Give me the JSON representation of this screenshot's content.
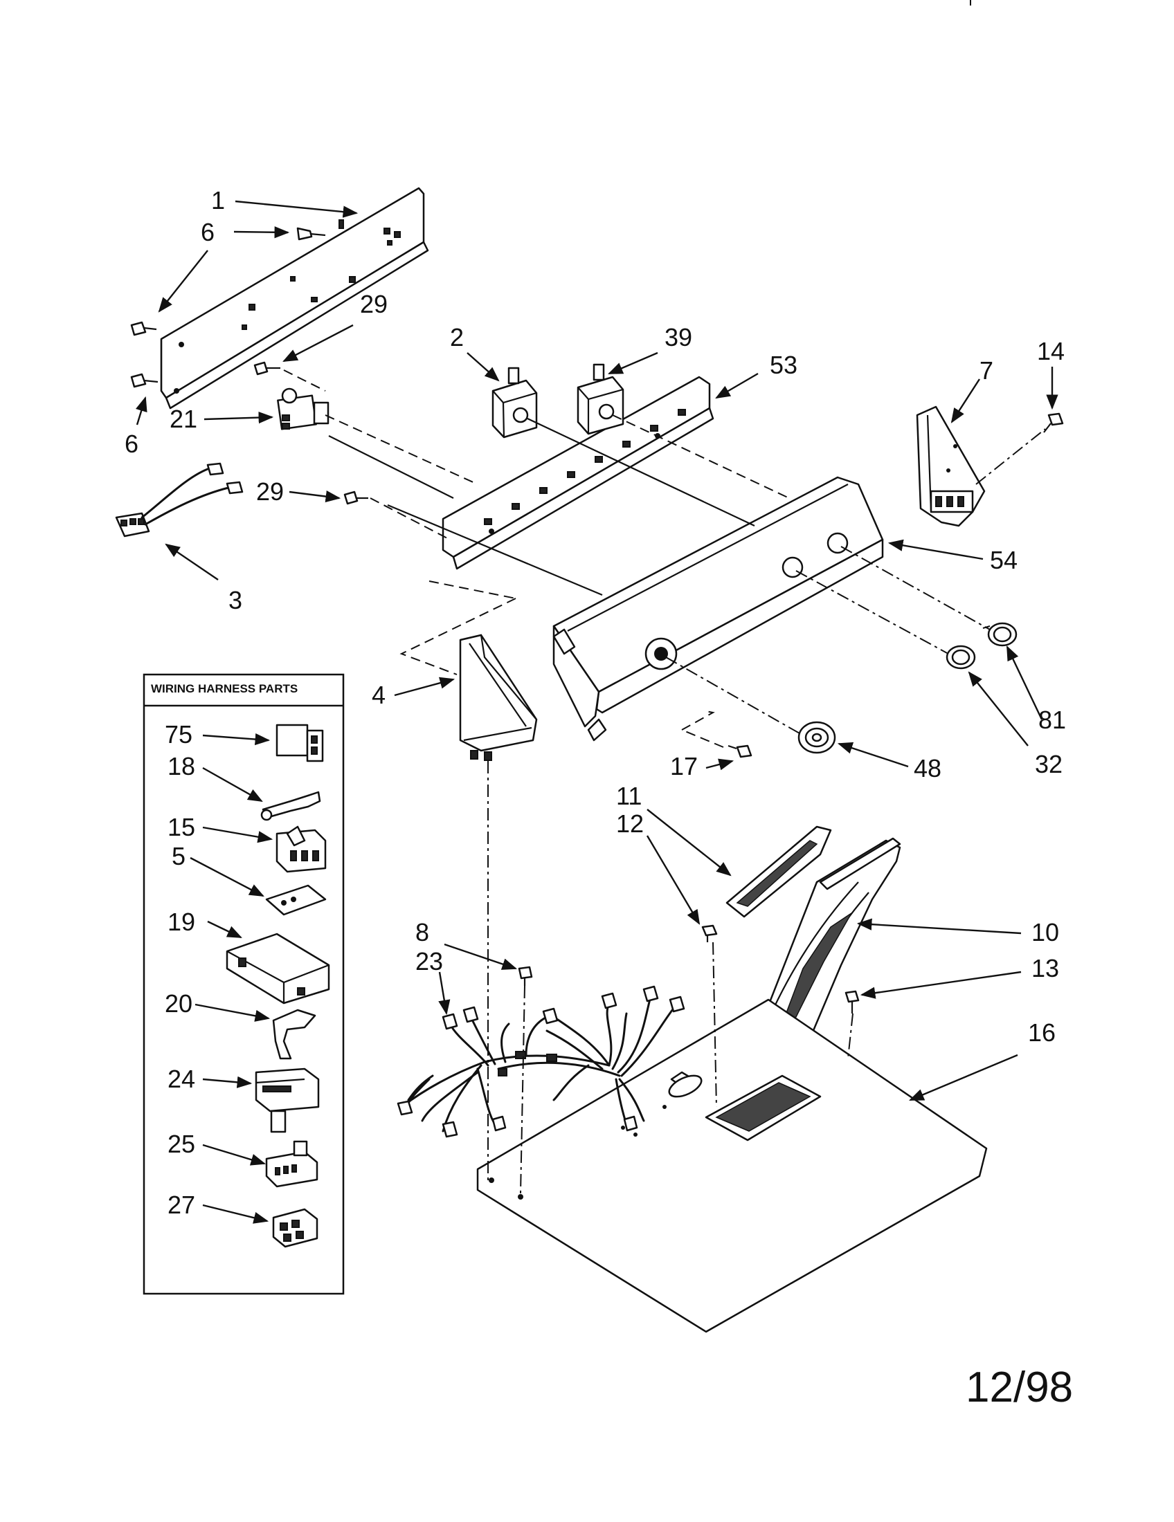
{
  "wiring_harness_title": "WIRING HARNESS PARTS",
  "date": "12/98",
  "callouts": {
    "c1": "1",
    "c6a": "6",
    "c6b": "6",
    "c6c": "6",
    "c29a": "29",
    "c29b": "29",
    "c21": "21",
    "c3": "3",
    "c2": "2",
    "c39": "39",
    "c53": "53",
    "c7": "7",
    "c14": "14",
    "c54": "54",
    "c4": "4",
    "c81": "81",
    "c32": "32",
    "c17": "17",
    "c48": "48",
    "c11": "11",
    "c12": "12",
    "c10": "10",
    "c13": "13",
    "c16": "16",
    "c8": "8",
    "c23": "23",
    "c75": "75",
    "c18": "18",
    "c15": "15",
    "c5": "5",
    "c19": "19",
    "c20": "20",
    "c24": "24",
    "c25": "25",
    "c27": "27"
  }
}
